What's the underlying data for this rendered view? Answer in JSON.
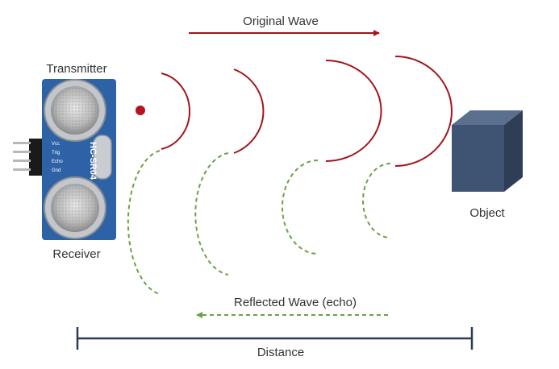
{
  "labels": {
    "original_wave": "Original Wave",
    "transmitter": "Transmitter",
    "receiver": "Receiver",
    "object": "Object",
    "reflected_wave": "Reflected Wave (echo)",
    "distance": "Distance"
  },
  "sensor": {
    "model": "HC-SR04",
    "pins": [
      "Vcc",
      "Trig",
      "Echo",
      "Gnd"
    ]
  },
  "colors": {
    "original_wave": "#a3141e",
    "reflected_wave": "#6aa245",
    "distance_bar": "#2c3b52",
    "object_front": "#3f5473",
    "object_top": "#5b6f8f",
    "object_side": "#2e3e57",
    "board": "#2d63a6",
    "label_text": "#333333"
  },
  "icons": {
    "sensor": "ultrasonic-sensor-icon",
    "object": "cube-icon",
    "emitter": "red-dot-icon"
  }
}
